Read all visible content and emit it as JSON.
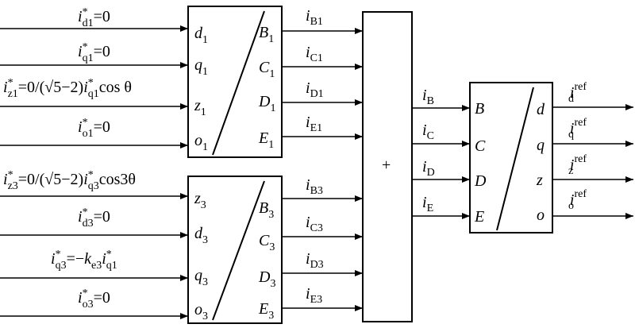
{
  "diagram": {
    "top_block": {
      "inputs": [
        {
          "main": "i",
          "sup": "*",
          "sub": "d1",
          "eq": "=0"
        },
        {
          "main": "i",
          "sup": "*",
          "sub": "q1",
          "eq": "=0"
        },
        {
          "main": "i",
          "sup": "*",
          "sub": "z1",
          "eq": "=0/(√5−2)",
          "main2": "i",
          "sup2": "*",
          "sub2": "q1",
          "tail": "cos θ"
        },
        {
          "main": "i",
          "sup": "*",
          "sub": "o1",
          "eq": "=0"
        }
      ],
      "ports_in": [
        {
          "letter": "d",
          "idx": "1"
        },
        {
          "letter": "q",
          "idx": "1"
        },
        {
          "letter": "z",
          "idx": "1"
        },
        {
          "letter": "o",
          "idx": "1"
        }
      ],
      "ports_out": [
        {
          "letter": "B",
          "idx": "1"
        },
        {
          "letter": "C",
          "idx": "1"
        },
        {
          "letter": "D",
          "idx": "1"
        },
        {
          "letter": "E",
          "idx": "1"
        }
      ],
      "outputs": [
        {
          "main": "i",
          "sub": "B1"
        },
        {
          "main": "i",
          "sub": "C1"
        },
        {
          "main": "i",
          "sub": "D1"
        },
        {
          "main": "i",
          "sub": "E1"
        }
      ]
    },
    "bottom_block": {
      "inputs": [
        {
          "main": "i",
          "sup": "*",
          "sub": "z3",
          "eq": "=0/(√5−2)",
          "main2": "i",
          "sup2": "*",
          "sub2": "q3",
          "tail": "cos3θ"
        },
        {
          "main": "i",
          "sup": "*",
          "sub": "d3",
          "eq": "=0"
        },
        {
          "main": "i",
          "sup": "*",
          "sub": "q3",
          "eq": "=−",
          "main2": "k",
          "sub2": "e3",
          "main3": "i",
          "sup3": "*",
          "sub3": "q1"
        },
        {
          "main": "i",
          "sup": "*",
          "sub": "o3",
          "eq": "=0"
        }
      ],
      "ports_in": [
        {
          "letter": "z",
          "idx": "3"
        },
        {
          "letter": "d",
          "idx": "3"
        },
        {
          "letter": "q",
          "idx": "3"
        },
        {
          "letter": "o",
          "idx": "3"
        }
      ],
      "ports_out": [
        {
          "letter": "B",
          "idx": "3"
        },
        {
          "letter": "C",
          "idx": "3"
        },
        {
          "letter": "D",
          "idx": "3"
        },
        {
          "letter": "E",
          "idx": "3"
        }
      ],
      "outputs": [
        {
          "main": "i",
          "sub": "B3"
        },
        {
          "main": "i",
          "sub": "C3"
        },
        {
          "main": "i",
          "sub": "D3"
        },
        {
          "main": "i",
          "sub": "E3"
        }
      ]
    },
    "sum_block": {
      "symbol": "+"
    },
    "sum_outputs": [
      {
        "main": "i",
        "sub": "B"
      },
      {
        "main": "i",
        "sub": "C"
      },
      {
        "main": "i",
        "sub": "D"
      },
      {
        "main": "i",
        "sub": "E"
      }
    ],
    "final_block": {
      "ports_in": [
        "B",
        "C",
        "D",
        "E"
      ],
      "ports_out": [
        "d",
        "q",
        "z",
        "o"
      ]
    },
    "final_outputs": [
      {
        "main": "i",
        "sub": "d",
        "sup": "ref"
      },
      {
        "main": "i",
        "sub": "q",
        "sup": "ref"
      },
      {
        "main": "i",
        "sub": "z",
        "sup": "ref"
      },
      {
        "main": "i",
        "sub": "o",
        "sup": "ref"
      }
    ]
  }
}
